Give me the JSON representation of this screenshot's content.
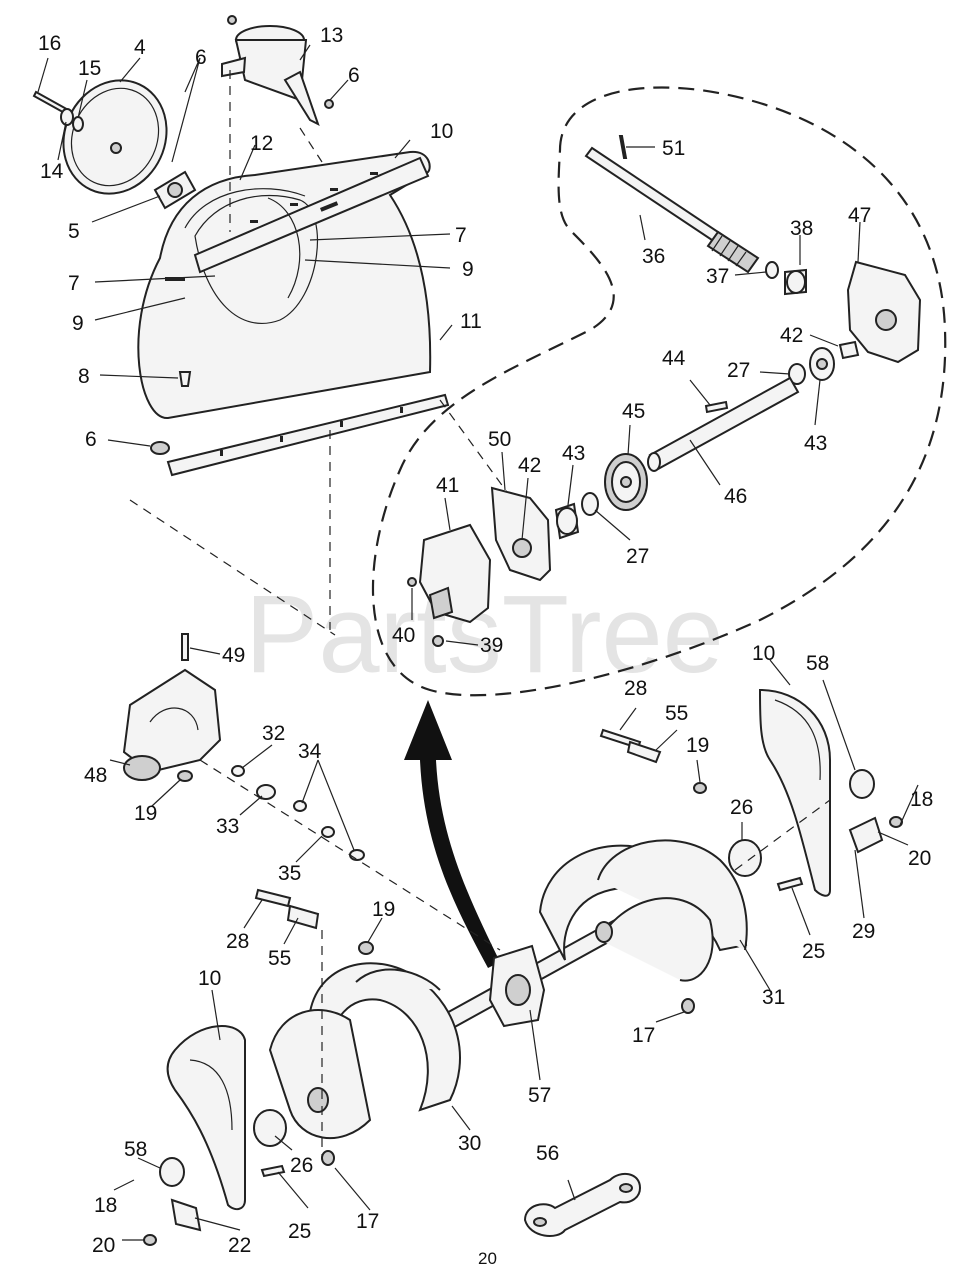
{
  "watermark": "PartsTree",
  "page_number": "20",
  "callouts": {
    "c16": "16",
    "c15": "15",
    "c4": "4",
    "c14": "14",
    "c5": "5",
    "c6a": "6",
    "c6b": "6",
    "c6c": "6",
    "c13": "13",
    "c12": "12",
    "c10a": "10",
    "c7a": "7",
    "c7b": "7",
    "c9a": "9",
    "c9b": "9",
    "c11": "11",
    "c8": "8",
    "c51": "51",
    "c36": "36",
    "c37": "37",
    "c38": "38",
    "c47": "47",
    "c42a": "42",
    "c27a": "27",
    "c43a": "43",
    "c44": "44",
    "c45": "45",
    "c46": "46",
    "c50": "50",
    "c42b": "42",
    "c43b": "43",
    "c41": "41",
    "c27b": "27",
    "c40": "40",
    "c39": "39",
    "c49": "49",
    "c48": "48",
    "c19a": "19",
    "c32": "32",
    "c33": "33",
    "c34": "34",
    "c35": "35",
    "c28a": "28",
    "c55a": "55",
    "c19b": "19",
    "c10b": "10",
    "c58a": "58",
    "c18a": "18",
    "c26a": "26",
    "c20a": "20",
    "c25a": "25",
    "c29": "29",
    "c31": "31",
    "c17a": "17",
    "c28b": "28",
    "c55b": "55",
    "c19c": "19",
    "c10c": "10",
    "c57": "57",
    "c30": "30",
    "c56": "56",
    "c58b": "58",
    "c26b": "26",
    "c18b": "18",
    "c25b": "25",
    "c17b": "17",
    "c20b": "20",
    "c22": "22"
  }
}
